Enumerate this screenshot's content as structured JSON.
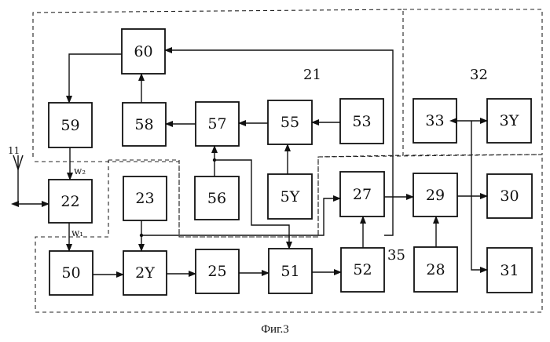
{
  "blocks": [
    {
      "id": "b60",
      "label": "60"
    },
    {
      "id": "b59",
      "label": "59"
    },
    {
      "id": "b58",
      "label": "58"
    },
    {
      "id": "b57",
      "label": "57"
    },
    {
      "id": "b55",
      "label": "55"
    },
    {
      "id": "b53",
      "label": "53"
    },
    {
      "id": "b22",
      "label": "22"
    },
    {
      "id": "b23",
      "label": "23"
    },
    {
      "id": "b56",
      "label": "56"
    },
    {
      "id": "b54",
      "label": "5Y"
    },
    {
      "id": "b27",
      "label": "27"
    },
    {
      "id": "b29",
      "label": "29"
    },
    {
      "id": "b30",
      "label": "30"
    },
    {
      "id": "b33",
      "label": "33"
    },
    {
      "id": "b34",
      "label": "3Y"
    },
    {
      "id": "b50",
      "label": "50"
    },
    {
      "id": "b24",
      "label": "2Y"
    },
    {
      "id": "b25",
      "label": "25"
    },
    {
      "id": "b51",
      "label": "51"
    },
    {
      "id": "b52",
      "label": "52"
    },
    {
      "id": "b28",
      "label": "28"
    },
    {
      "id": "b31",
      "label": "31"
    }
  ],
  "labels": {
    "group21": "21",
    "group32": "32",
    "group35": "35",
    "antenna": "11",
    "w2": "w₂",
    "w1": "w₁"
  },
  "caption": "Фиг.3"
}
